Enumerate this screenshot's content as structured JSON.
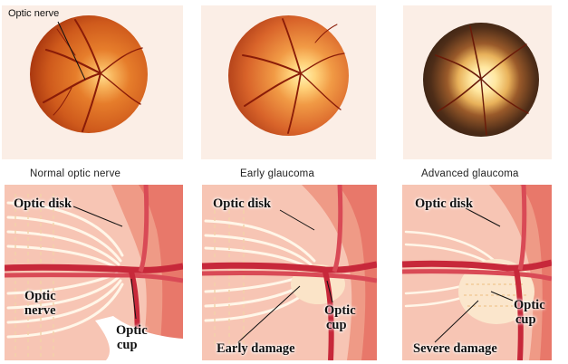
{
  "top_panels": {
    "optic_nerve_label": "Optic nerve"
  },
  "captions": {
    "normal": "Normal optic nerve",
    "early": "Early glaucoma",
    "advanced": "Advanced glaucoma"
  },
  "cross_sections": {
    "normal": {
      "optic_disk": "Optic disk",
      "optic_nerve_line1": "Optic",
      "optic_nerve_line2": "nerve",
      "optic_cup_line1": "Optic",
      "optic_cup_line2": "cup"
    },
    "early": {
      "optic_disk": "Optic disk",
      "optic_cup_line1": "Optic",
      "optic_cup_line2": "cup",
      "damage": "Early damage"
    },
    "advanced": {
      "optic_disk": "Optic disk",
      "optic_cup_line1": "Optic",
      "optic_cup_line2": "cup",
      "damage": "Severe damage"
    }
  }
}
